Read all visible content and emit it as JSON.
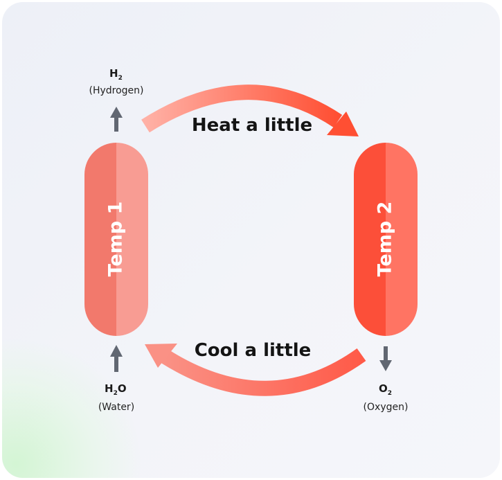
{
  "vessels": [
    {
      "label": "Temp 1",
      "color_left": "#f2796c",
      "color_right": "#f89c93"
    },
    {
      "label": "Temp 2",
      "color_left": "#fc4f39",
      "color_right": "#ff7463"
    }
  ],
  "arrows": {
    "heat": {
      "label": "Heat a little"
    },
    "cool": {
      "label": "Cool a little"
    }
  },
  "outputs": {
    "hydrogen": {
      "symbol": "H",
      "subscript": "2",
      "name": "(Hydrogen)"
    },
    "water": {
      "symbol_a": "H",
      "subscript": "2",
      "symbol_b": "O",
      "name": "(Water)"
    },
    "oxygen": {
      "symbol": "O",
      "subscript": "2",
      "name": "(Oxygen)"
    }
  },
  "colors": {
    "arrow_gray": "#616772",
    "heat_arrow_start": "#ffb1a6",
    "heat_arrow_end": "#ff4f33",
    "cool_arrow_start": "#fa9185",
    "cool_arrow_end": "#ff5a48"
  }
}
